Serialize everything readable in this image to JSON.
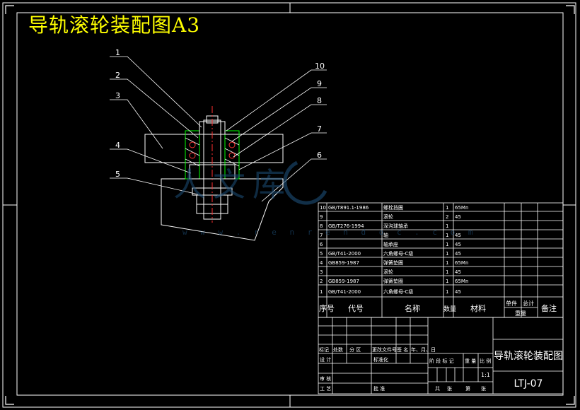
{
  "title": "导轨滚轮装配图A3",
  "watermark": {
    "text": "人文库",
    "url": "w w w . r e n r e n d o c . c o m"
  },
  "callouts": [
    "1",
    "2",
    "3",
    "4",
    "5",
    "10",
    "9",
    "8",
    "7",
    "6"
  ],
  "bom": {
    "rows": [
      {
        "no": "10",
        "code": "GB/T891.1-1986",
        "name": "螺栓挡圈",
        "qty": "1",
        "mat": "65Mn",
        "w1": "",
        "w2": "",
        "note": ""
      },
      {
        "no": "9",
        "code": "",
        "name": "滚轮",
        "qty": "2",
        "mat": "45",
        "w1": "",
        "w2": "",
        "note": ""
      },
      {
        "no": "8",
        "code": "GB/T276-1994",
        "name": "深沟球轴承",
        "qty": "1",
        "mat": "",
        "w1": "",
        "w2": "",
        "note": ""
      },
      {
        "no": "7",
        "code": "",
        "name": "轴",
        "qty": "1",
        "mat": "45",
        "w1": "",
        "w2": "",
        "note": ""
      },
      {
        "no": "6",
        "code": "",
        "name": "轴承座",
        "qty": "1",
        "mat": "45",
        "w1": "",
        "w2": "",
        "note": ""
      },
      {
        "no": "5",
        "code": "GB/T41-2000",
        "name": "六角螺母-C级",
        "qty": "1",
        "mat": "45",
        "w1": "",
        "w2": "",
        "note": ""
      },
      {
        "no": "4",
        "code": "GB859-1987",
        "name": "弹簧垫圈",
        "qty": "1",
        "mat": "65Mn",
        "w1": "",
        "w2": "",
        "note": ""
      },
      {
        "no": "3",
        "code": "",
        "name": "滚轮",
        "qty": "1",
        "mat": "45",
        "w1": "",
        "w2": "",
        "note": ""
      },
      {
        "no": "2",
        "code": "GB859-1987",
        "name": "弹簧垫圈",
        "qty": "1",
        "mat": "65Mn",
        "w1": "",
        "w2": "",
        "note": ""
      },
      {
        "no": "1",
        "code": "GB/T41-2000",
        "name": "六角螺母-C级",
        "qty": "1",
        "mat": "45",
        "w1": "",
        "w2": "",
        "note": ""
      }
    ],
    "header": {
      "no": "序号",
      "code": "代号",
      "name": "名称",
      "qty": "数量",
      "mat": "材料",
      "w_single": "单件",
      "w_total": "总计",
      "weight": "重量",
      "note": "备注"
    }
  },
  "titleblock": {
    "labels": {
      "mark": "标记",
      "count": "处数",
      "zone": "分 区",
      "docno": "更改文件号",
      "sign": "签 名",
      "date": "年、月、日",
      "design": "设 计",
      "std": "标准化",
      "stage": "阶 段 标 记",
      "weight": "重 量",
      "scale": "比 例",
      "review": "审 核",
      "process": "工 艺",
      "approve": "批 准",
      "total": "共",
      "sheets": "张",
      "num": "第",
      "sheet": "张"
    },
    "scale_value": "1:1",
    "drawing_name": "导轨滚轮装配图",
    "drawing_code": "LTJ-07"
  }
}
